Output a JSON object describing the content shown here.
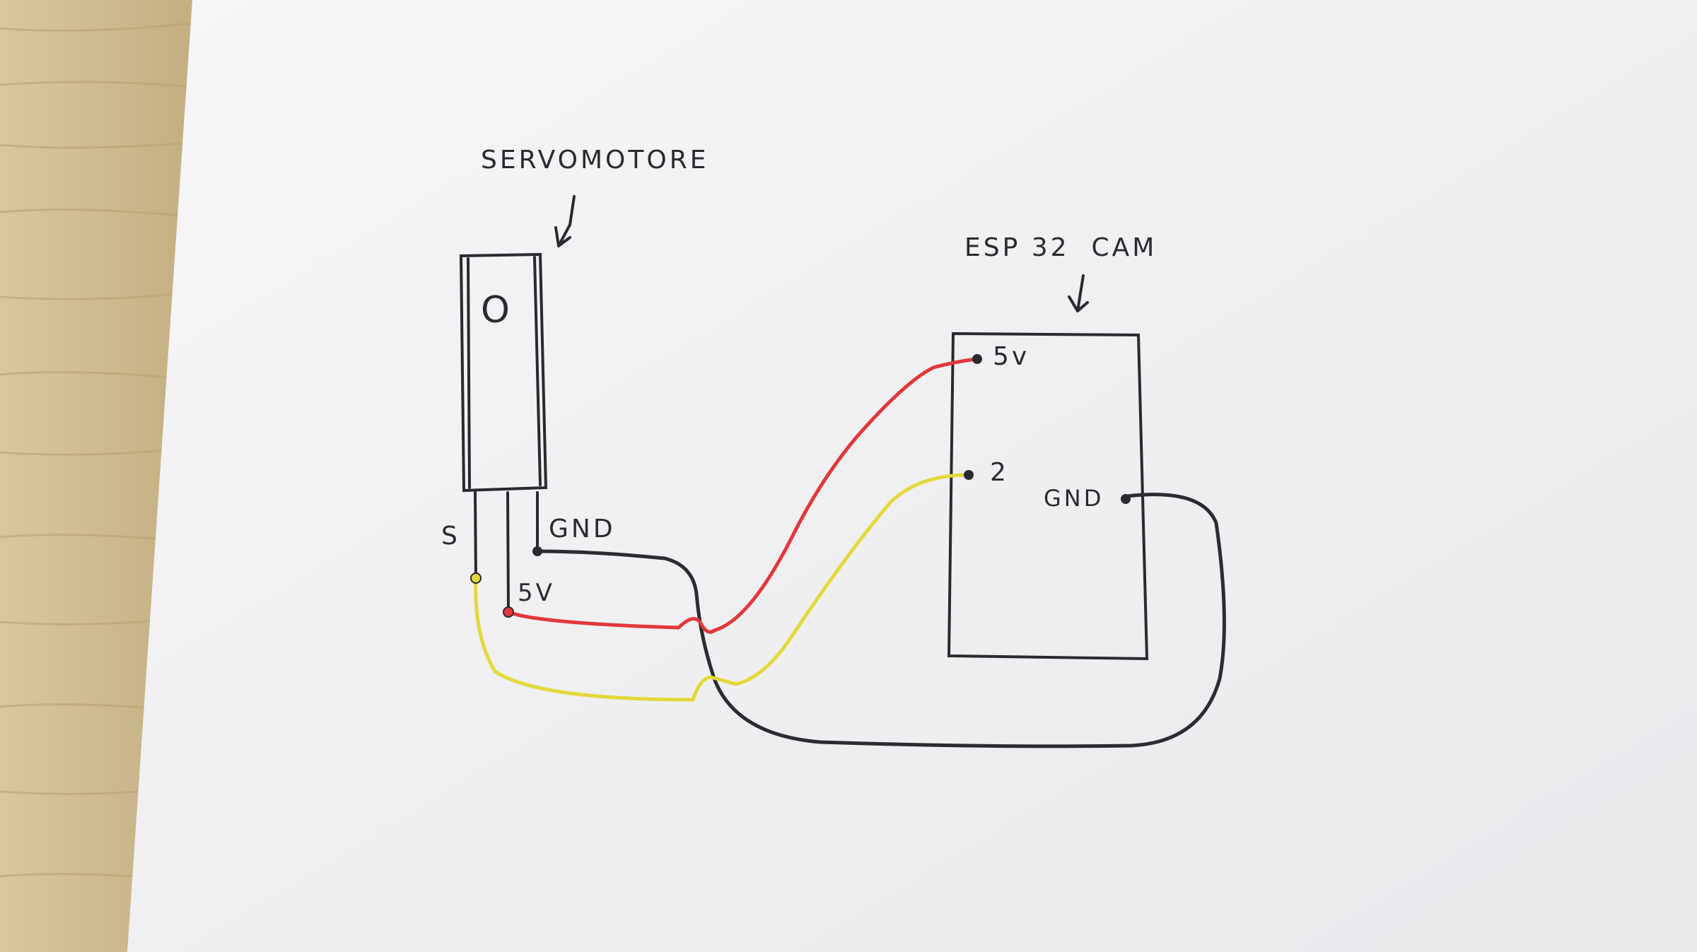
{
  "diagram": {
    "servo": {
      "title": "SERVOMOTORE",
      "symbol": "O",
      "pins": {
        "signal": "S",
        "power": "5V",
        "ground": "GND"
      }
    },
    "board": {
      "title": "ESP 32  CAM",
      "pins": {
        "power": "5v",
        "signal": "2",
        "ground": "GND"
      }
    },
    "wires": [
      {
        "name": "signal",
        "color": "#e2d83a",
        "from": "S",
        "to": "2"
      },
      {
        "name": "power",
        "color": "#e2373b",
        "from": "5V",
        "to": "5v"
      },
      {
        "name": "ground",
        "color": "#2b2b30",
        "from": "GND",
        "to": "GND"
      }
    ],
    "colors": {
      "ink": "#2a2a2e",
      "paper": "#f2f2f4",
      "wood": "#c9b68c"
    }
  }
}
